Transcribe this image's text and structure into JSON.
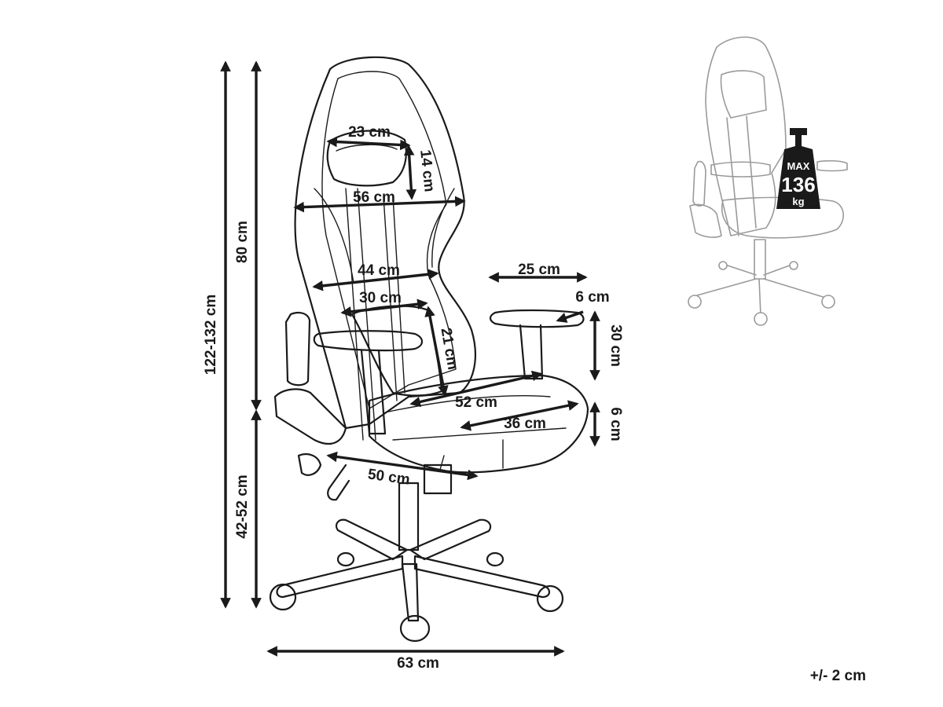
{
  "dimensions": {
    "total_height": "122-132 cm",
    "backrest_height": "80 cm",
    "seat_height": "42-52 cm",
    "base_width": "63 cm",
    "headrest_width": "23 cm",
    "headrest_height": "14 cm",
    "shoulder_width": "56 cm",
    "back_width": "44 cm",
    "lumbar_width": "30 cm",
    "lumbar_height": "21 cm",
    "armrest_length": "25 cm",
    "armrest_width": "6 cm",
    "armrest_height": "30 cm",
    "seat_depth": "52 cm",
    "seat_width": "36 cm",
    "seat_thickness": "6 cm",
    "seat_total_depth": "50 cm"
  },
  "weight_badge": {
    "line1": "MAX",
    "line2": "136",
    "line3": "kg"
  },
  "tolerance": "+/- 2 cm"
}
